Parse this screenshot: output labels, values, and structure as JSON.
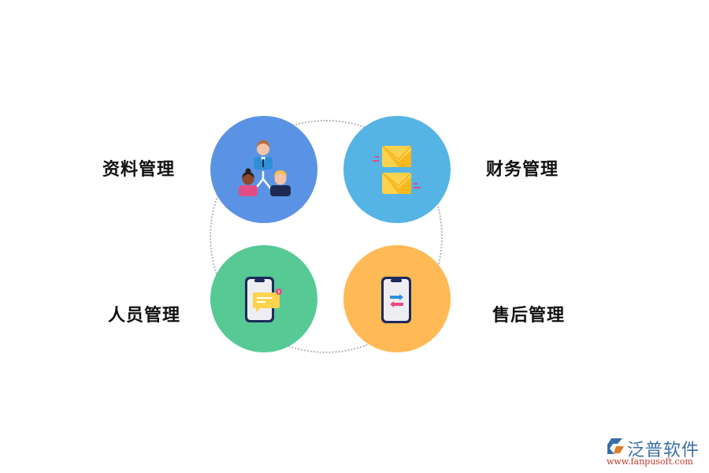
{
  "diagram": {
    "nodes": [
      {
        "id": "data",
        "label": "资料管理",
        "color": "#5a93e4",
        "icon": "people-hierarchy-icon"
      },
      {
        "id": "finance",
        "label": "财务管理",
        "color": "#55b4e4",
        "icon": "envelopes-icon"
      },
      {
        "id": "staff",
        "label": "人员管理",
        "color": "#56c995",
        "icon": "phone-message-icon"
      },
      {
        "id": "aftersales",
        "label": "售后管理",
        "color": "#ffb955",
        "icon": "phone-transfer-icon"
      }
    ],
    "connector": "dotted-circle"
  },
  "logo": {
    "name": "泛普软件",
    "url": "www.fanpusoft.com"
  }
}
